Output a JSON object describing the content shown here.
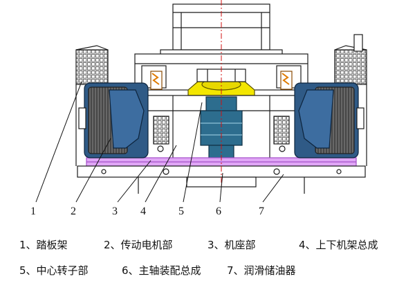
{
  "callouts": [
    "1",
    "2",
    "3",
    "4",
    "5",
    "6",
    "7"
  ],
  "legend": [
    "1、踏板架",
    "2、传动电机部",
    "3、机座部",
    "4、上下机架总成",
    "5、中心转子部",
    "6、主轴装配总成",
    "7、润滑储油器"
  ],
  "colors": {
    "motor_blue": "#2f5a86",
    "motor_dark": "#3f3f3f",
    "rotor_yellow": "#f3e600",
    "shaft_steel": "#2d6d8e",
    "belt_magenta": "#d78cf2",
    "centerline": "#d01010",
    "line": "#1a1a1a"
  }
}
